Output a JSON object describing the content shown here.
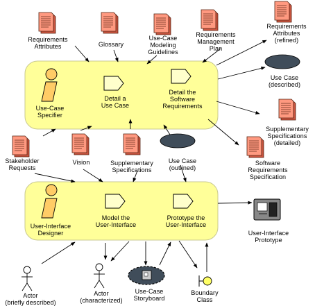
{
  "workers": {
    "use_case_specifier": "Use-Case\nSpecifier",
    "user_interface_designer": "User-Interface\nDesigner"
  },
  "activities": {
    "detail_use_case": "Detail a\nUse Case",
    "detail_software_requirements": "Detail the\nSoftware\nRequirements",
    "model_user_interface": "Model the\nUser-Interface",
    "prototype_user_interface": "Prototype the\nUser-Interface"
  },
  "artifacts": {
    "requirements_attributes": "Requirements\nAttributes",
    "glossary": "Glossary",
    "use_case_modeling_guidelines": "Use-Case\nModeling\nGuidelines",
    "requirements_management_plan": "Requirements\nManagement\nPlan",
    "requirements_attributes_refined": "Requirements\nAttributes\n(refined)",
    "use_case_described": "Use Case\n(described)",
    "supplementary_specifications_detailed": "Supplementary\nSpecifications\n(detailed)",
    "software_requirements_specification": "Software\nRequirements\nSpecification",
    "stakeholder_requests": "Stakeholder\nRequests",
    "vision": "Vision",
    "supplementary_specifications": "Supplementary\nSpecifications",
    "use_case_outlined": "Use Case\n(outlined)",
    "user_interface_prototype": "User-Interface\nPrototype",
    "actor_briefly_described": "Actor\n(briefly described)",
    "actor_characterized": "Actor\n(characterized)",
    "use_case_storyboard": "Use-Case\nStoryboard",
    "boundary_class": "Boundary\nClass"
  },
  "colors": {
    "swimlane_fill": "#ffff99",
    "worker_fill": "#ffcc66",
    "document_fill": "#ff9980",
    "document_dark": "#993322",
    "oval_fill": "#404d5a",
    "line": "#000000"
  }
}
